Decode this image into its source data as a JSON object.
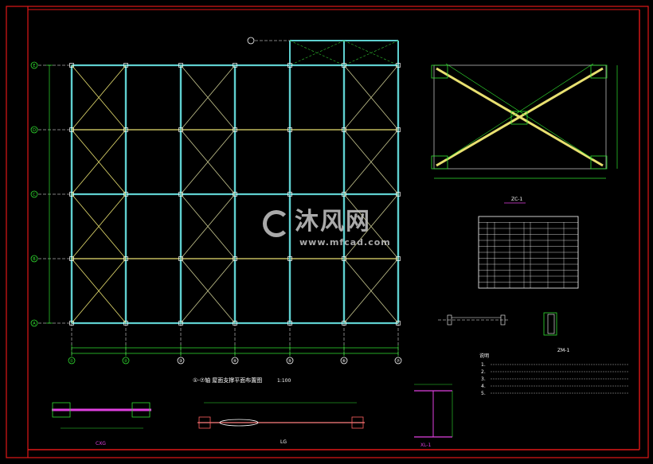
{
  "drawing": {
    "plan_title": "①-⑦轴 屋面支撑平面布置图",
    "plan_scale": "1:100",
    "detail_labels": {
      "brace": "ZC-1",
      "embed": "ZM-1",
      "rod": "XL-1",
      "tie": "CXG",
      "pull": "LG"
    },
    "notes_title": "说明",
    "notes": [
      "1.",
      "2.",
      "3.",
      "4.",
      "5."
    ],
    "grid_bottom": [
      "①",
      "②",
      "③",
      "④",
      "⑤",
      "⑥",
      "⑦"
    ],
    "grid_left": [
      "E",
      "D",
      "C",
      "B",
      "A"
    ]
  },
  "watermark": {
    "name": "沐风网",
    "url": "www.mfcad.com"
  },
  "colors": {
    "background": "#000000",
    "frame": "#e01818",
    "column": "#5fd0d0",
    "brace": "#e8e070",
    "brace_alt": "#c8c890",
    "dimension": "#30e030",
    "detail": "#e040e0",
    "text": "#ffffff"
  }
}
